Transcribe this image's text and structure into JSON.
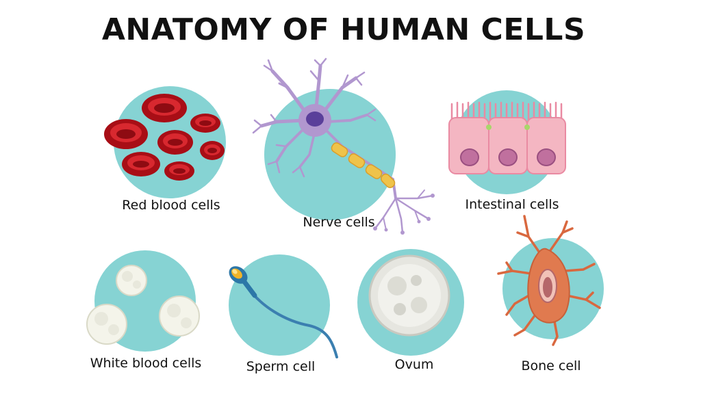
{
  "title": "ANATOMY OF HUMAN CELLS",
  "colors": {
    "circle": "#86d3d3",
    "rbc_dark": "#a80e16",
    "rbc_light": "#d8282f",
    "neuron": "#b197cf",
    "nucleus": "#5a3f9a",
    "myelin": "#efc34a",
    "intestinal_cell": "#f4b6c2",
    "intestinal_nucleus": "#c0709e",
    "wbc": "#f4f4ea",
    "sperm_head": "#2c77a8",
    "sperm_tail": "#3b7fb0",
    "ovum": "#e6e6e0",
    "bone_cell": "#e07a4f",
    "bone_nucleus": "#b5676a"
  },
  "cells": [
    {
      "id": "red-blood-cells",
      "label": "Red blood cells"
    },
    {
      "id": "nerve-cells",
      "label": "Nerve cells"
    },
    {
      "id": "intestinal-cells",
      "label": "Intestinal cells"
    },
    {
      "id": "white-blood-cells",
      "label": "White blood cells"
    },
    {
      "id": "sperm-cell",
      "label": "Sperm cell"
    },
    {
      "id": "ovum",
      "label": "Ovum"
    },
    {
      "id": "bone-cell",
      "label": "Bone cell"
    }
  ]
}
